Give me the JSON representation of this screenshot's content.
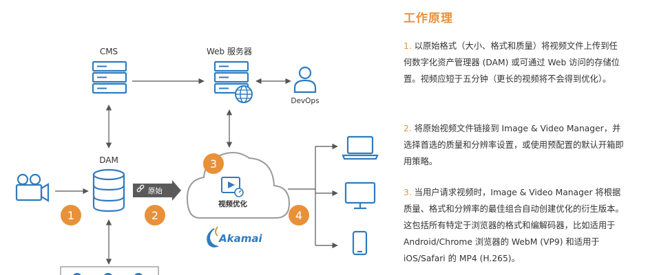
{
  "diagram": {
    "nodes": {
      "cms": "CMS",
      "web_server": "Web 服务器",
      "devops": "DevOps",
      "dam": "DAM",
      "video_optimization": "视频优化"
    },
    "source_tag": "原始",
    "step_badges": [
      "1",
      "2",
      "3",
      "4"
    ],
    "brand": "Akamai"
  },
  "panel": {
    "title": "工作原理",
    "steps": [
      {
        "num": "1.",
        "text": "以原始格式（大小、格式和质量）将视频文件上传到任何数字化资产管理器 (DAM) 或可通过 Web 访问的存储位置。视频应短于五分钟（更长的视频将不会得到优化）。"
      },
      {
        "num": "2.",
        "text": "将原始视频文件链接到 Image & Video Manager，并选择首选的质量和分辨率设置，或使用预配置的默认开箱即用策略。"
      },
      {
        "num": "3.",
        "text": "当用户请求视频时，Image & Video Manager 将根据质量、格式和分辨率的最佳组合自动创建优化的衍生版本。这包括所有特定于浏览器的格式和编解码器，比如适用于 Android/Chrome 浏览器的 WebM (VP9) 和适用于 iOS/Safari 的 MP4 (H.265)。"
      }
    ]
  },
  "colors": {
    "icon_blue": "#2E7BC0",
    "badge_orange": "#E8913A",
    "arrow_gray": "#555555",
    "cloud_stroke": "#9A9A9A",
    "tag_fill": "#5A5A5A"
  }
}
